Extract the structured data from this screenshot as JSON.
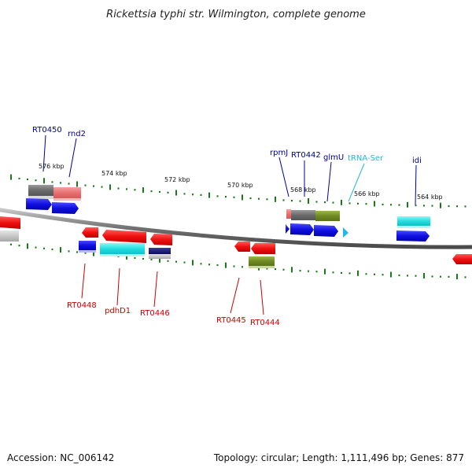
{
  "title": "Rickettsia typhi str. Wilmington, complete genome",
  "footer": {
    "accession": "Accession: NC_006142",
    "summary": "Topology: circular; Length: 1,111,496 bp; Genes: 877"
  },
  "colors": {
    "backbone": "#7a7a7a",
    "tick": "#1a7a1a",
    "label_plus": "#000099",
    "label_minus": "#cc0000",
    "label_trna": "#22b8d8"
  },
  "kbp_labels": [
    "576 kbp",
    "574 kbp",
    "572 kbp",
    "570 kbp",
    "568 kbp",
    "566 kbp",
    "564 kbp"
  ],
  "labels_top": [
    {
      "id": "RT0450",
      "text": "RT0450",
      "kind": "plus"
    },
    {
      "id": "rnd2",
      "text": "rnd2",
      "kind": "plus"
    },
    {
      "id": "rpmJ",
      "text": "rpmJ",
      "kind": "plus"
    },
    {
      "id": "RT0442",
      "text": "RT0442",
      "kind": "plus"
    },
    {
      "id": "glmU",
      "text": "glmU",
      "kind": "plus"
    },
    {
      "id": "tRNA-Ser",
      "text": "tRNA-Ser",
      "kind": "trna"
    },
    {
      "id": "idi",
      "text": "idi",
      "kind": "plus"
    }
  ],
  "labels_bottom": [
    {
      "id": "RT0448",
      "text": "RT0448",
      "kind": "minus"
    },
    {
      "id": "pdhD1",
      "text": "pdhD1",
      "kind": "minus"
    },
    {
      "id": "RT0446",
      "text": "RT0446",
      "kind": "minus"
    },
    {
      "id": "RT0445",
      "text": "RT0445",
      "kind": "minus"
    },
    {
      "id": "RT0444",
      "text": "RT0444",
      "kind": "minus"
    }
  ]
}
